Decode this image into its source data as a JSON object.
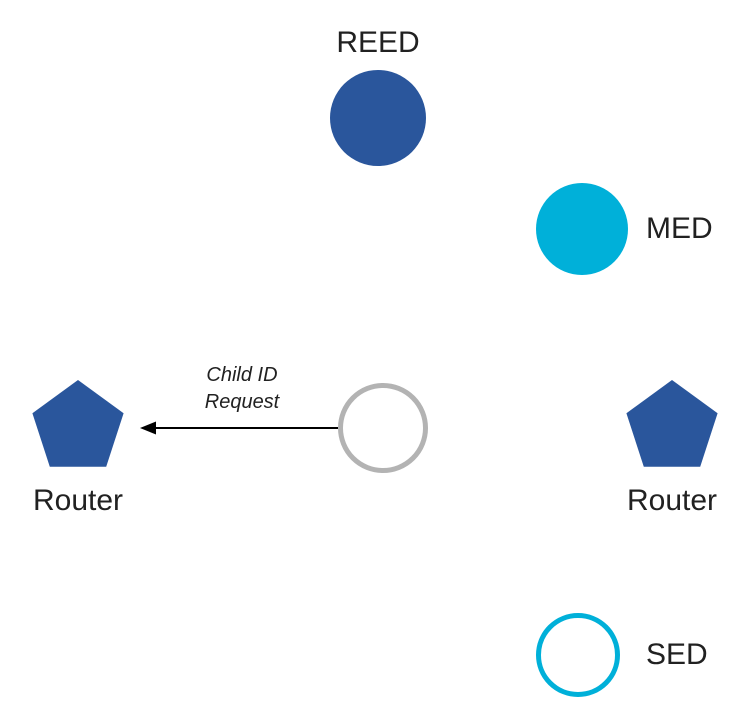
{
  "diagram": {
    "nodes": [
      {
        "id": "reed",
        "label": "REED",
        "shape": "circle-filled",
        "color": "#2a569c"
      },
      {
        "id": "med",
        "label": "MED",
        "shape": "circle-filled",
        "color": "#00b0d9"
      },
      {
        "id": "router-left",
        "label": "Router",
        "shape": "pentagon",
        "color": "#2a569c"
      },
      {
        "id": "child-node",
        "label": "",
        "shape": "circle-outline",
        "color": "#b3b3b3"
      },
      {
        "id": "router-right",
        "label": "Router",
        "shape": "pentagon",
        "color": "#2a569c"
      },
      {
        "id": "sed",
        "label": "SED",
        "shape": "circle-outline",
        "color": "#00b0d9"
      }
    ],
    "arrow": {
      "label": "Child ID Request",
      "from": "child-node",
      "to": "router-left",
      "direction": "left",
      "color": "#000000"
    }
  }
}
